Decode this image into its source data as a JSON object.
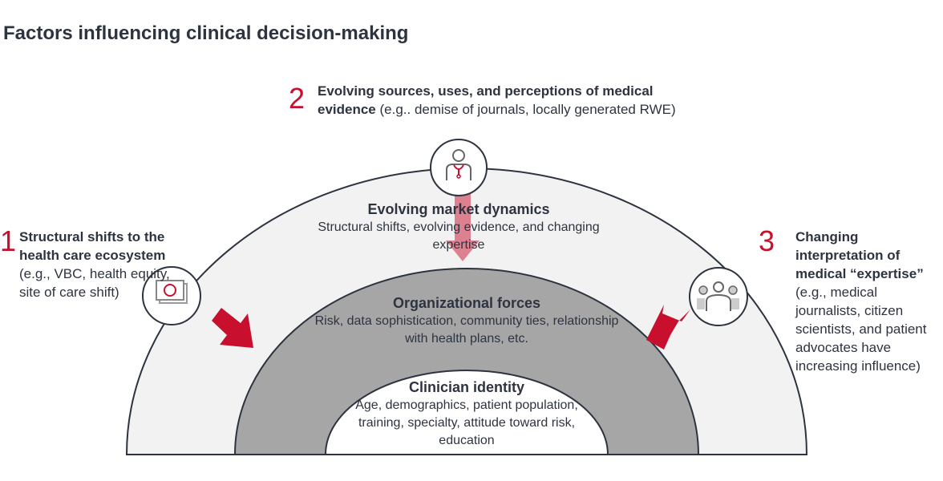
{
  "title": "Factors influencing clinical decision-making",
  "factors": [
    {
      "number": "1",
      "heading": "Structural shifts to the health care ecosystem",
      "detail": " (e.g., VBC, health equity, site of care shift)",
      "icon": "money-icon"
    },
    {
      "number": "2",
      "heading": "Evolving sources, uses, and perceptions of medical evidence",
      "detail": " (e.g.. demise of journals, locally generated RWE)",
      "icon": "doctor-icon"
    },
    {
      "number": "3",
      "heading": "Changing interpretation of medical “expertise”",
      "detail": " (e.g., medical journalists, citizen scientists, and patient advocates have increasing influence)",
      "icon": "people-icon"
    }
  ],
  "layers": {
    "outer": {
      "title": "Evolving market dynamics",
      "text": "Structural shifts, evolving evidence, and changing expertise"
    },
    "middle": {
      "title": "Organizational forces",
      "text": "Risk, data sophistication, community ties, relationship with health plans, etc."
    },
    "inner": {
      "title": "Clinician identity",
      "text": "Age, demographics, patient population, training, specialty, attitude toward risk, education"
    }
  },
  "colors": {
    "accent": "#c8102e",
    "outer_fill": "#f2f2f2",
    "middle_fill": "#a6a6a6",
    "text": "#2d3440"
  }
}
